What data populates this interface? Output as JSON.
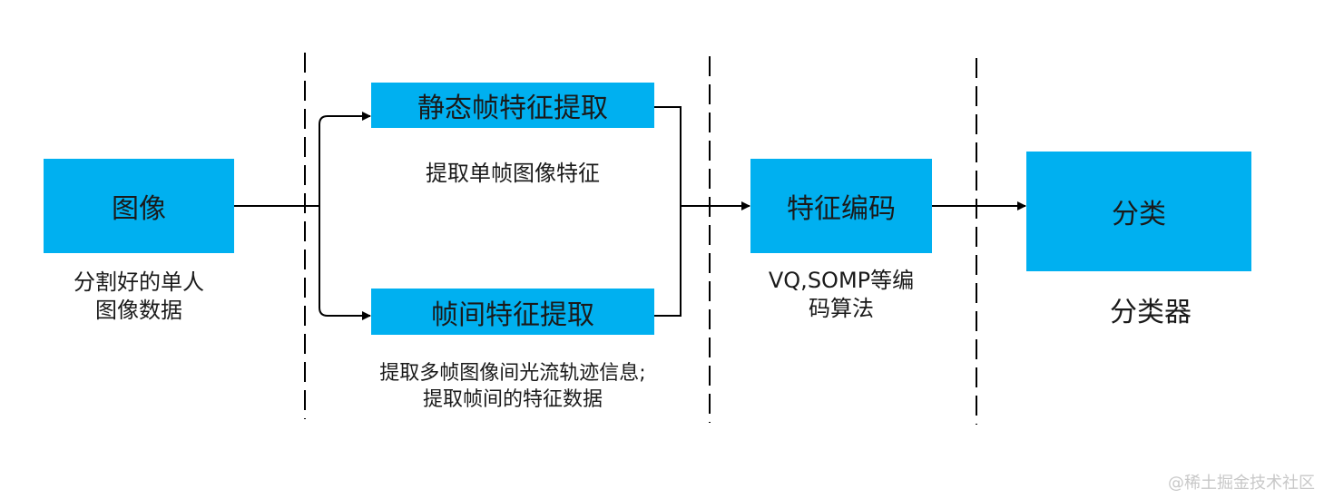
{
  "colors": {
    "box_fill": "#00b0f0",
    "line": "#000000",
    "divider": "#000000",
    "watermark": "#c8c8c8"
  },
  "nodes": {
    "image": {
      "label": "图像",
      "caption": [
        "分割好的单人",
        "图像数据"
      ]
    },
    "static_feature": {
      "label": "静态帧特征提取",
      "caption": [
        "提取单帧图像特征"
      ]
    },
    "interframe_feature": {
      "label": "帧间特征提取",
      "caption": [
        "提取多帧图像间光流轨迹信息;",
        "提取帧间的特征数据"
      ]
    },
    "feature_encoding": {
      "label": "特征编码",
      "caption": [
        "VQ,SOMP等编",
        "码算法"
      ]
    },
    "classification": {
      "label": "分类",
      "caption": [
        "分类器"
      ]
    }
  },
  "watermark": "@稀土掘金技术社区"
}
